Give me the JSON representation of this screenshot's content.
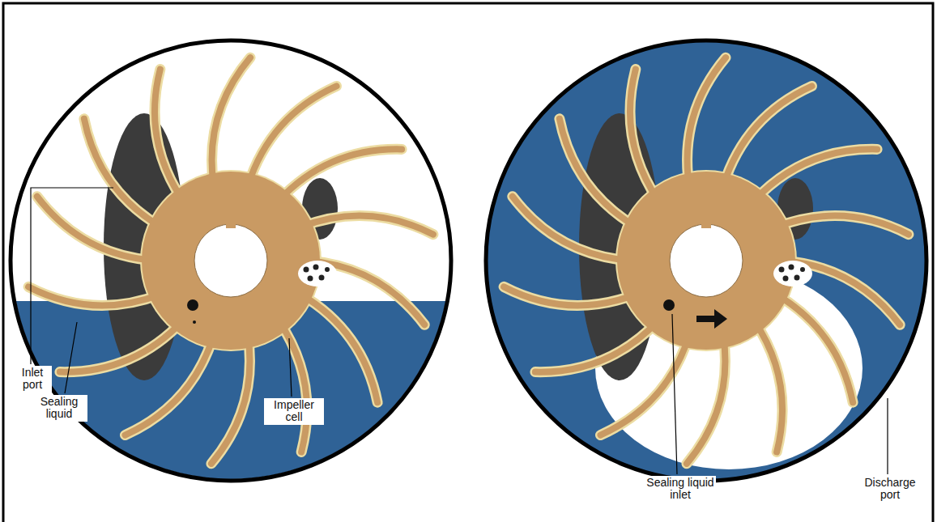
{
  "diagram": {
    "labels": [
      "Inlet port",
      "Sealing liquid",
      "Impeller cell",
      "Sealing liquid inlet",
      "Discharge port"
    ]
  }
}
